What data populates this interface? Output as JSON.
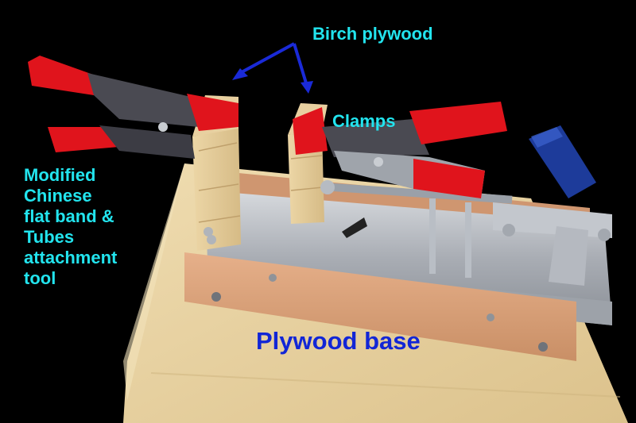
{
  "labels": {
    "birch_plywood": "Birch plywood",
    "clamps": "Clamps",
    "tool_lines": [
      "Modified",
      "Chinese",
      "flat band &",
      "Tubes",
      "attachment",
      "tool"
    ],
    "plywood_base": "Plywood base"
  },
  "colors": {
    "cyan_label": "#22e4ee",
    "blue_label": "#1226d6",
    "arrow": "#1a2ad8",
    "clamp_red": "#e0141c",
    "clamp_steel": "#4a4a52",
    "handle_blue": "#1d3b9a",
    "plywood": "#e8d3a2",
    "rail_wood": "#d9a27a",
    "metal": "#b8bcc2"
  }
}
